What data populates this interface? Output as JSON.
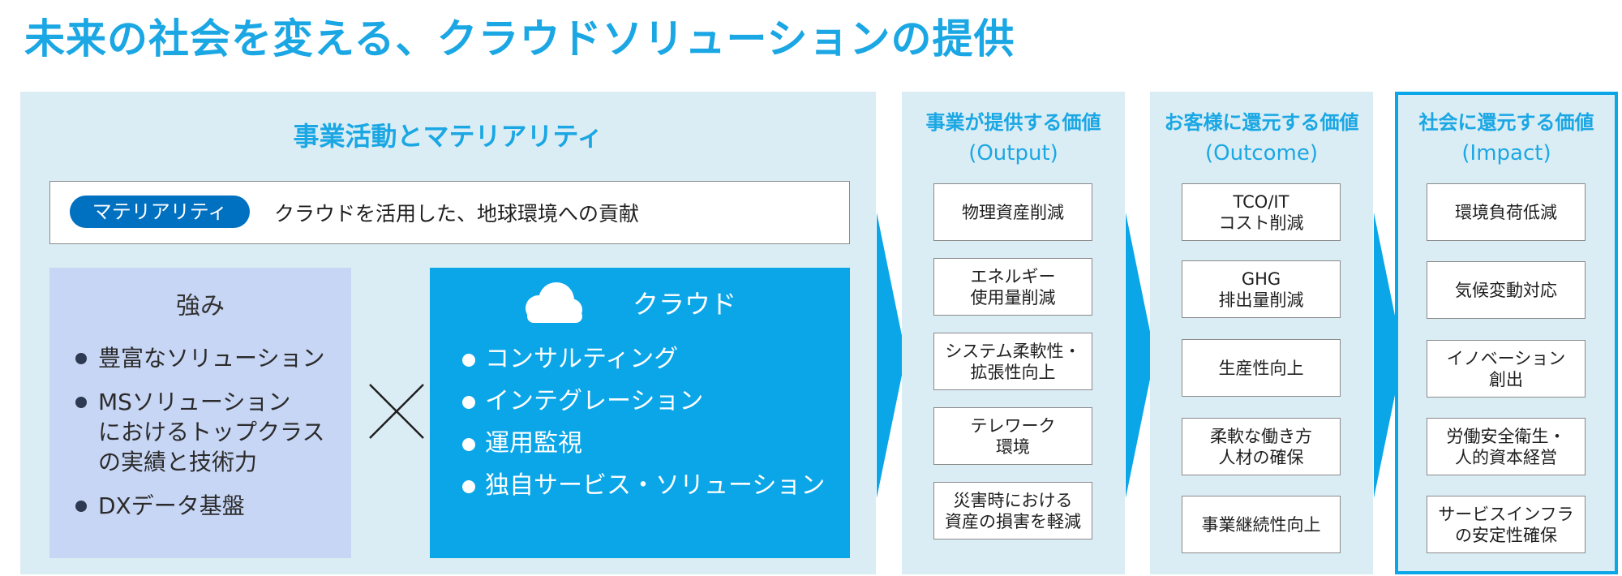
{
  "title": "未来の社会を変える、クラウドソリューションの提供",
  "left_panel": {
    "title": "事業活動とマテリアリティ",
    "materiality_tag": "マテリアリティ",
    "materiality_text": "クラウドを活用した、地球環境への貢献",
    "strengths": {
      "title": "強み",
      "items": [
        "豊富なソリューション",
        "MSソリューション\nにおけるトップクラス\nの実績と技術力",
        "DXデータ基盤"
      ]
    },
    "cross_symbol": "×",
    "cloud": {
      "title": "クラウド",
      "items": [
        "コンサルティング",
        "インテグレーション",
        "運用監視",
        "独自サービス・ソリューション"
      ]
    }
  },
  "columns": [
    {
      "title": "事業が提供する価値",
      "subtitle": "(Output)",
      "items": [
        "物理資産削減",
        "エネルギー\n使用量削減",
        "システム柔軟性・\n拡張性向上",
        "テレワーク\n環境",
        "災害時における\n資産の損害を軽減"
      ]
    },
    {
      "title": "お客様に還元する価値",
      "subtitle": "(Outcome)",
      "items": [
        "TCO/IT\nコスト削減",
        "GHG\n排出量削減",
        "生産性向上",
        "柔軟な働き方\n人材の確保",
        "事業継続性向上"
      ]
    },
    {
      "title": "社会に還元する価値",
      "subtitle": "(Impact)",
      "items": [
        "環境負荷低減",
        "気候変動対応",
        "イノベーション\n創出",
        "労働安全衛生・\n人的資本経営",
        "サービスインフラ\nの安定性確保"
      ]
    }
  ],
  "colors": {
    "accent": "#1aa7e4",
    "cloud_fill": "#0aa6e8",
    "panel_bg": "#dbedf4",
    "strength_bg": "#c8d6f5",
    "tag_bg": "#0070c0"
  },
  "icons": [
    "cloud-icon",
    "cross-icon",
    "chevron-arrow-icon"
  ]
}
